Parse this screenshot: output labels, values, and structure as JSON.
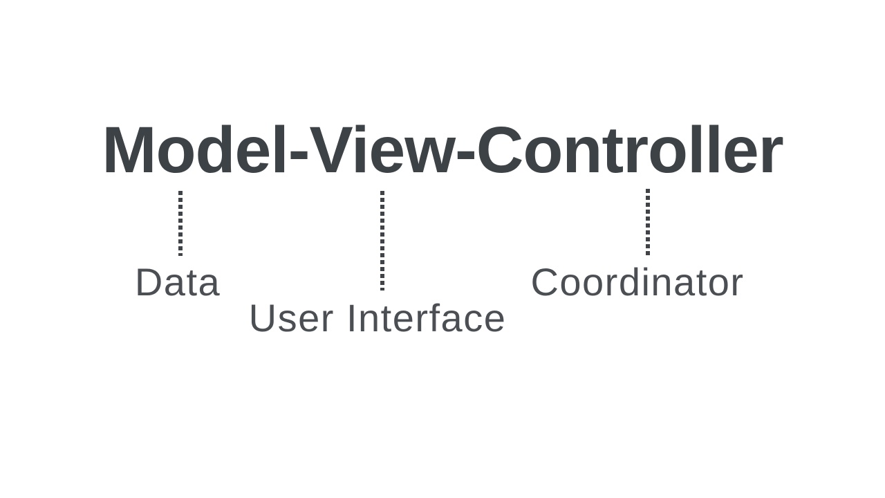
{
  "slide": {
    "background_color": "#ffffff",
    "title": {
      "text": "Model-View-Controller",
      "color": "#3d4247"
    },
    "connector_style": {
      "type": "vertical-dotted-line",
      "dot_color": "#404449"
    },
    "labels": {
      "color": "#4b4f54",
      "model": "Data",
      "view": "User Interface",
      "controller": "Coordinator"
    }
  }
}
